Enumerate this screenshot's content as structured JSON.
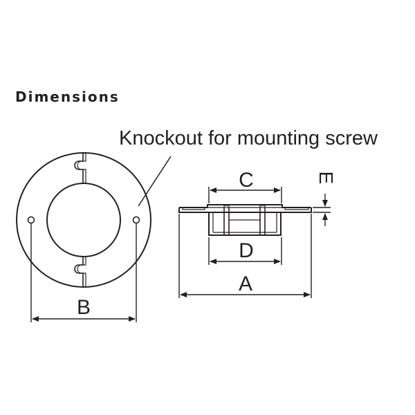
{
  "title": "Dimensions",
  "callout": "Knockout for mounting screw",
  "labels": {
    "a": "A",
    "b": "B",
    "c": "C",
    "d": "D",
    "e": "E"
  },
  "colors": {
    "line": "#231f20",
    "background": "#ffffff"
  }
}
